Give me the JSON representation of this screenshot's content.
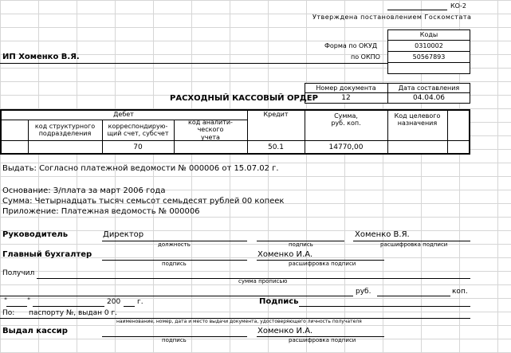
{
  "form_code": "КО-2",
  "approved": "Утверждена постановлением Госкомстата",
  "codes_header": "Коды",
  "okud_label": "Форма по ОКУД",
  "okud_value": "0310002",
  "okpo_label": "по ОКПО",
  "okpo_value": "50567893",
  "organization": "ИП Хоменко В.Я.",
  "doc_title": "РАСХОДНЫЙ КАССОВЫЙ ОРДЕР",
  "doc_number_label": "Номер документа",
  "doc_date_label": "Дата составления",
  "doc_number": "12",
  "doc_date": "04.04.06",
  "table": {
    "debit_header": "Дебет",
    "col_struct": "код структурного подразделения",
    "col_corr": "корреспондирую-щий счет, субсчет",
    "col_anal": "код аналити-ческого учета",
    "col_credit": "Кредит",
    "col_sum": "Сумма, руб. коп.",
    "col_purpose": "Код целевого назначения",
    "row_corr": "70",
    "row_credit": "50.1",
    "row_sum": "14770,00"
  },
  "issue_to": "Выдать: Согласно платежной ведомости № 000006 от 15.07.02 г.",
  "basis": "Основание: З/плата за март 2006 года",
  "sum_words": "Сумма: Четырнадцать тысяч семьсот семьдесят рублей 00 копеек",
  "attachment": "Приложение: Платежная ведомость № 000006",
  "head_label": "Руководитель",
  "head_position": "Директор",
  "head_name": "Хоменко В.Я.",
  "caption_position": "должность",
  "caption_signature": "подпись",
  "caption_decoding": "расшифровка подписи",
  "chief_accountant_label": "Главный бухгалтер",
  "chief_accountant_name": "Хоменко И.А.",
  "received_label": "Получил",
  "caption_sum_words": "сумма прописью",
  "rub": "руб.",
  "kop": "коп.",
  "date_quote_open": "\"",
  "date_quote_close": "\"",
  "year_200": "200",
  "year_g": "г.",
  "signature_label": "Подпись",
  "by_label": "По:",
  "passport": "паспорту  №, выдан  0 г.",
  "caption_passport": "наименование, номер, дата и место выдачи документа, удостоверяющего личность получателя",
  "cashier_label": "Выдал кассир",
  "cashier_name": "Хоменко И.А."
}
